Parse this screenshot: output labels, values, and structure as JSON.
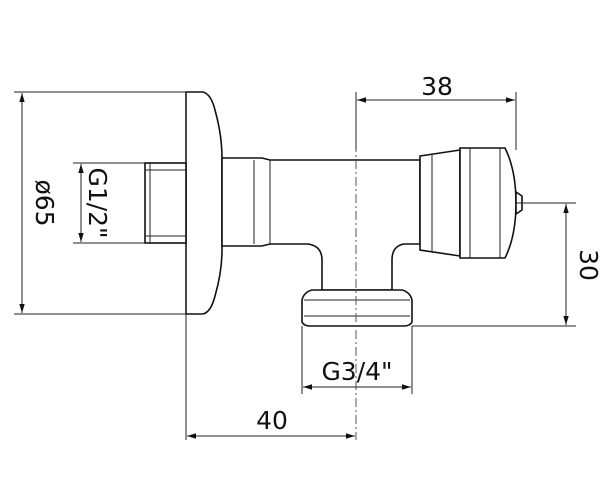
{
  "dimensions": {
    "outer_diameter": "ø65",
    "inlet_thread": "G1/2\"",
    "outlet_thread": "G3/4\"",
    "depth_to_center": "40",
    "valve_length": "38",
    "outlet_height": "30"
  },
  "colors": {
    "line": "#111111",
    "background": "#ffffff"
  }
}
